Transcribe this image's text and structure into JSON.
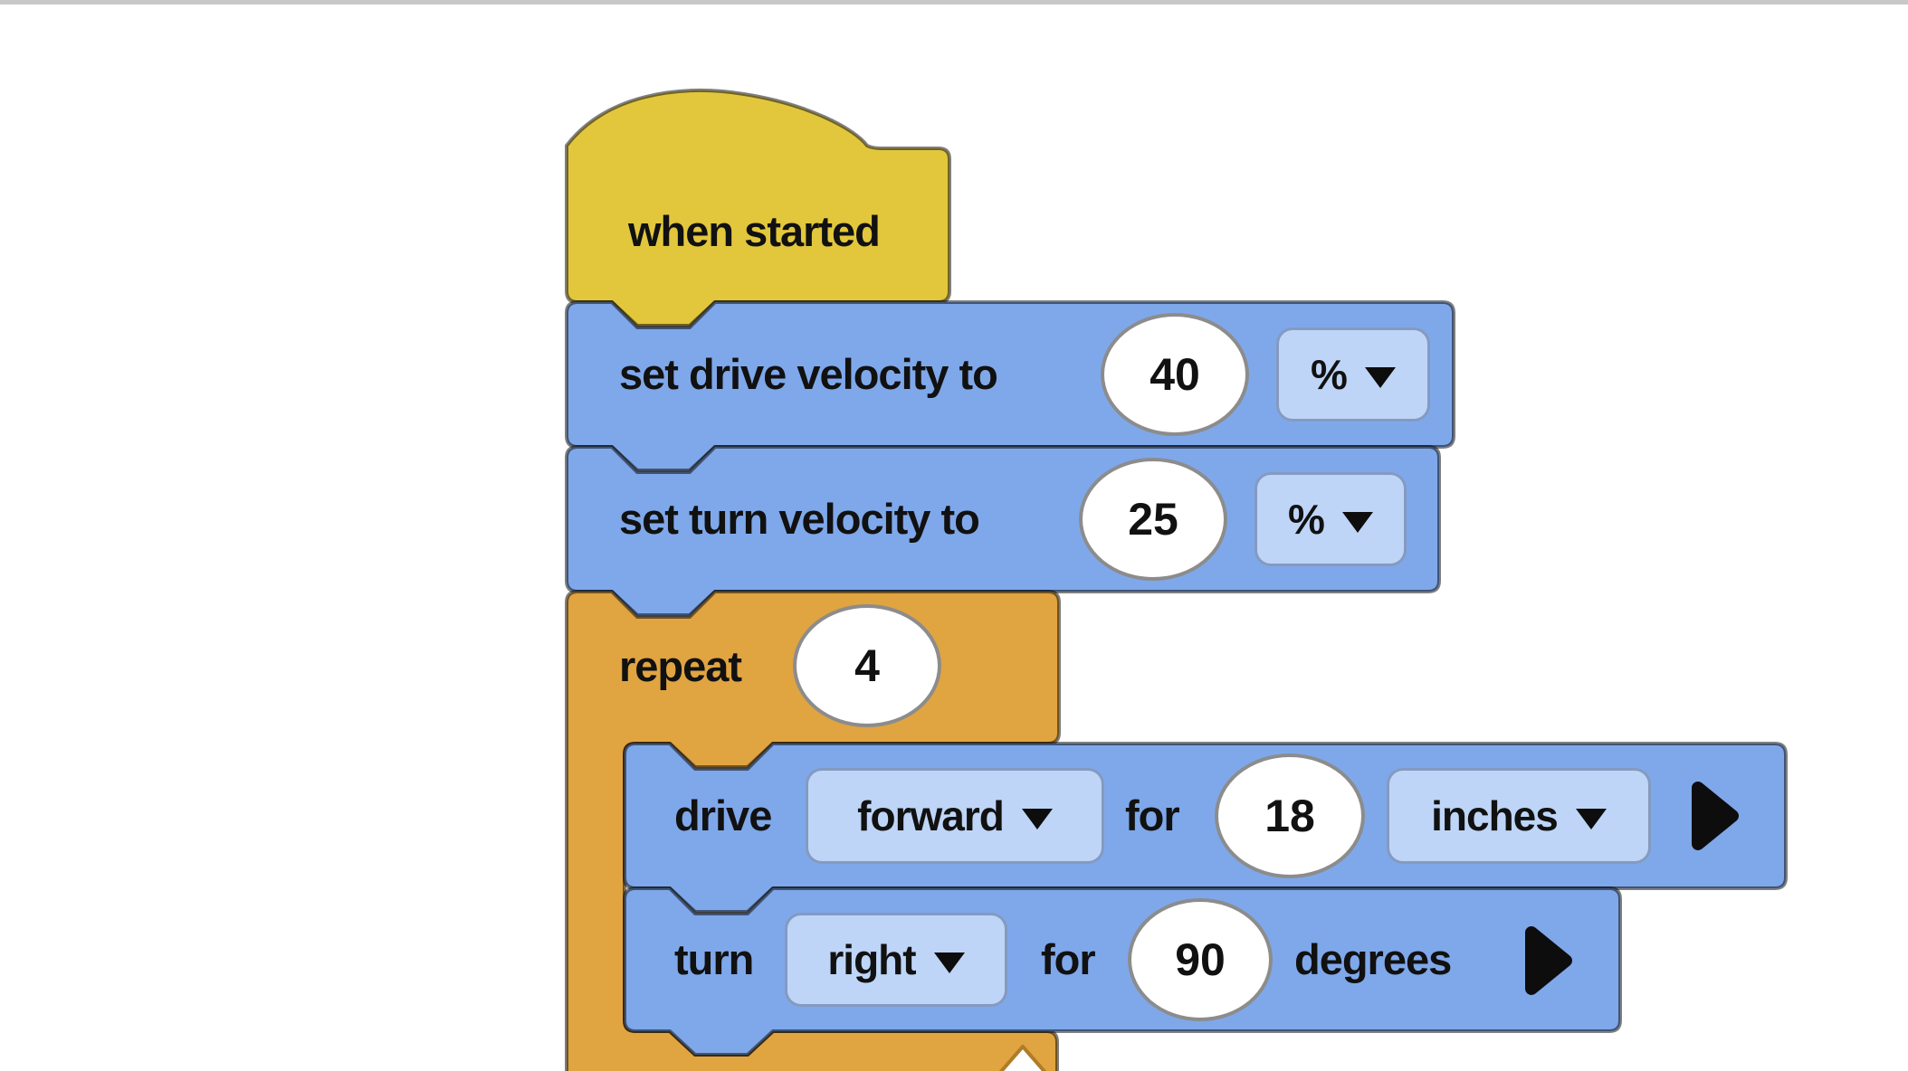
{
  "colors": {
    "yellow": "#E2C73D",
    "blue": "#7FA8EA",
    "light_blue": "#BED5F7",
    "orange": "#E0A441",
    "white": "#FFFFFF",
    "text": "#111111",
    "top_bar": "#C8C8C8"
  },
  "blocks": {
    "when_started": {
      "label": "when started"
    },
    "set_drive_velocity": {
      "label": "set drive velocity to",
      "value": "40",
      "unit": "%"
    },
    "set_turn_velocity": {
      "label": "set turn velocity to",
      "value": "25",
      "unit": "%"
    },
    "repeat": {
      "label": "repeat",
      "count": "4"
    },
    "drive": {
      "label": "drive",
      "direction": "forward",
      "for_label": "for",
      "value": "18",
      "unit": "inches"
    },
    "turn": {
      "label": "turn",
      "direction": "right",
      "for_label": "for",
      "value": "90",
      "degrees_label": "degrees"
    }
  }
}
